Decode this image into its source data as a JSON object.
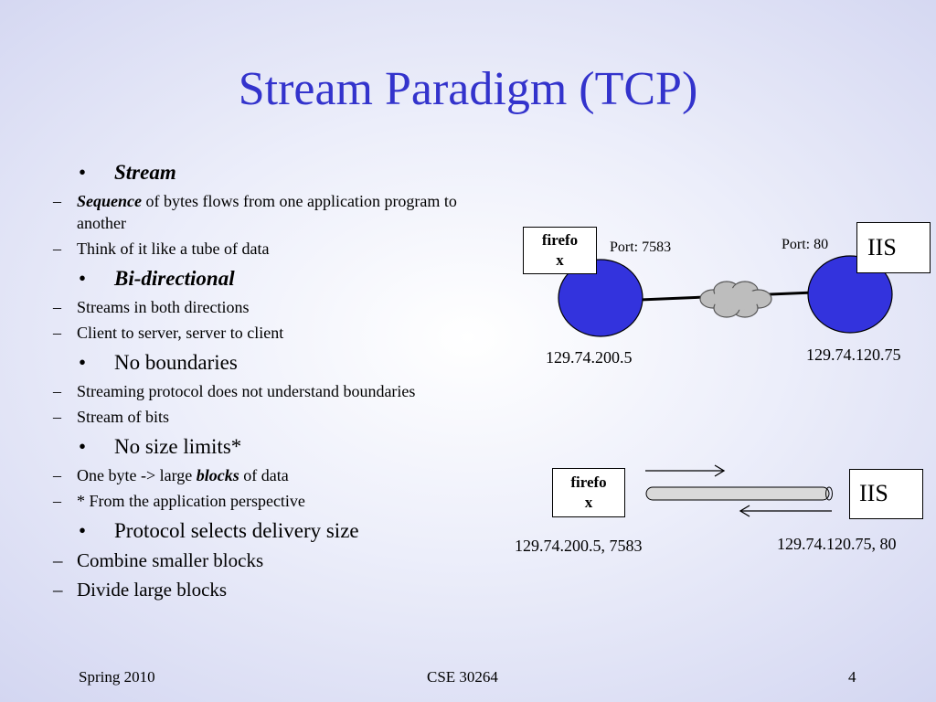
{
  "title": "Stream Paradigm (TCP)",
  "bullets": {
    "stream": {
      "label": "Stream",
      "sub1": {
        "emph": "Sequence",
        "rest": " of bytes flows from one application program to another"
      },
      "sub2": "Think of it like a tube of data"
    },
    "bidir": {
      "label": "Bi-directional",
      "sub1": "Streams in both directions",
      "sub2": "Client to server, server to client"
    },
    "noboundaries": {
      "label": "No boundaries",
      "sub1": "Streaming protocol does not understand boundaries",
      "sub2": "Stream of bits"
    },
    "nosize": {
      "label": "No size limits*",
      "sub1": {
        "pre": "One byte -> large ",
        "emph": "blocks",
        "post": " of data"
      },
      "sub2": "* From the application perspective"
    },
    "delivery": {
      "label": "Protocol selects delivery size",
      "sub1": "Combine smaller blocks",
      "sub2": "Divide large blocks"
    }
  },
  "diagram_top": {
    "client_label": "firefox",
    "client_line1": "firefo",
    "client_line2": "x",
    "server_label": "IIS",
    "client_port": "Port: 7583",
    "server_port": "Port: 80",
    "client_ip": "129.74.200.5",
    "server_ip": "129.74.120.75",
    "node_color": "#3333dd",
    "cloud_color": "#bdbdbd"
  },
  "diagram_bottom": {
    "client_line1": "firefo",
    "client_line2": "x",
    "server_label": "IIS",
    "client_addr": "129.74.200.5, 7583",
    "server_addr": "129.74.120.75, 80",
    "tube_color": "#d9d9d9"
  },
  "footer": {
    "left": "Spring 2010",
    "center": "CSE 30264",
    "right": "4"
  }
}
